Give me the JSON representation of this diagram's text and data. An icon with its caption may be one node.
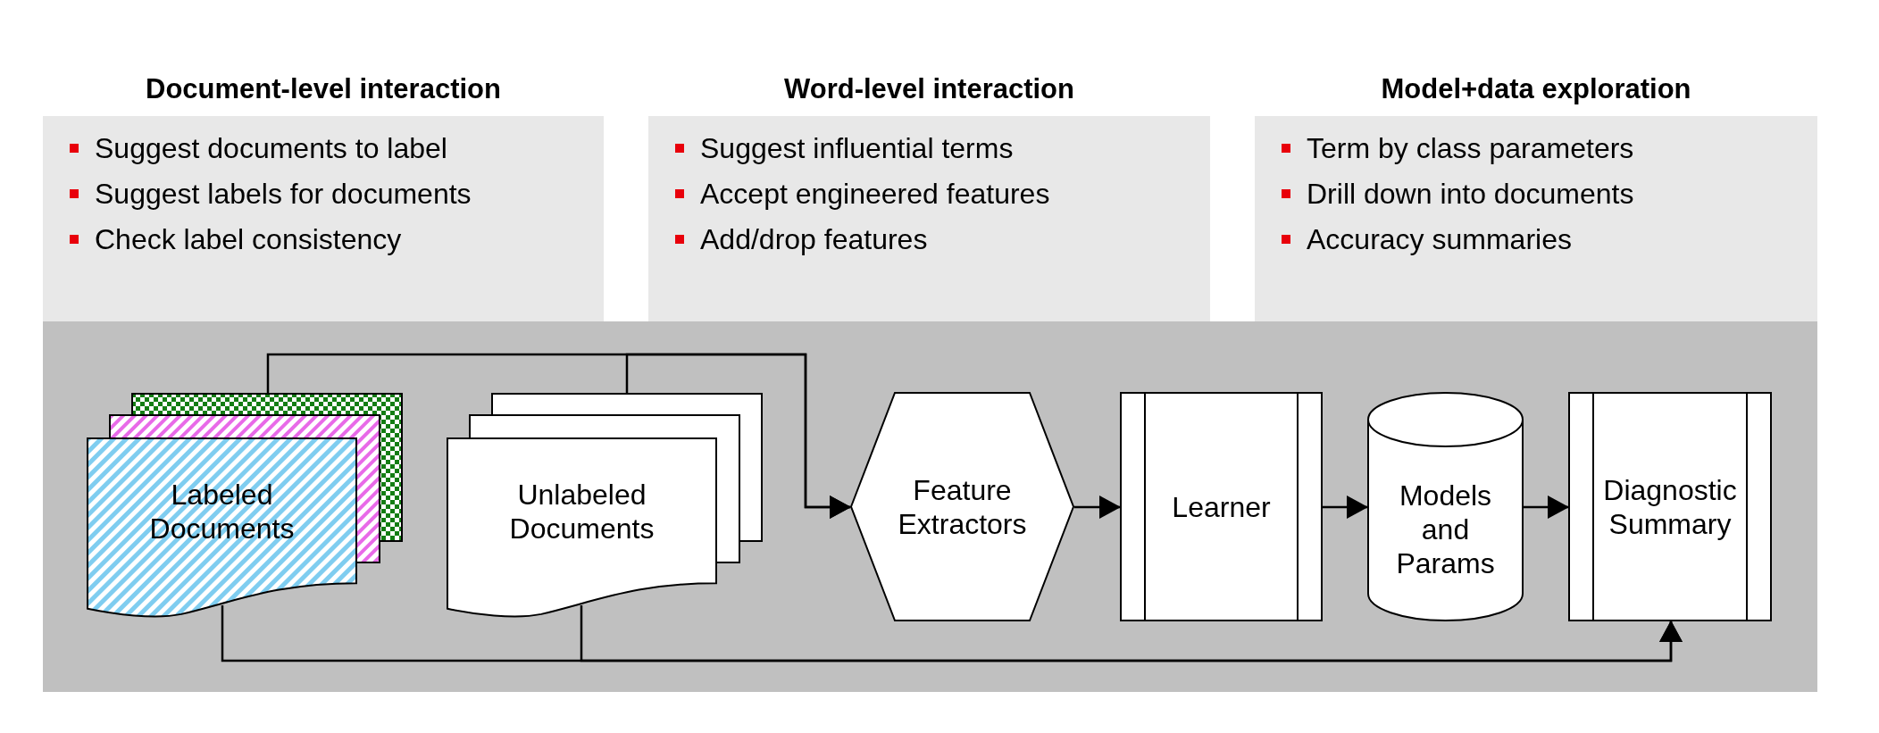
{
  "diagram": {
    "nodes": [
      {
        "text": [
          "Document-level interaction",
          "Suggest documents to label",
          "Suggest labels for documents",
          "Check label consistency"
        ]
      },
      {
        "text": [
          "Word-level interaction",
          "Suggest influential terms",
          "Accept engineered features",
          "Add/drop features"
        ]
      },
      {
        "text": [
          "Model+data exploration",
          "Term by class parameters",
          "Drill down into documents",
          "Accuracy summaries"
        ]
      },
      {
        "text": [],
        "shape": "box"
      },
      {
        "text": [
          "Labeled Documents"
        ],
        "in": 3
      },
      {
        "text": [
          "Unlabeled Documents"
        ],
        "in": 3
      },
      {
        "text": [
          "Feature Extractors"
        ],
        "in": 3
      },
      {
        "text": [
          "Learner"
        ],
        "in": 3
      },
      {
        "text": [
          "Models and Params"
        ],
        "in": 3
      },
      {
        "text": [
          "Diagnostic Summary"
        ],
        "in": 3
      }
    ],
    "edges": [
      {
        "from": 4,
        "to": 6,
        "arrow": "to"
      },
      {
        "from": 5,
        "to": 6,
        "arrow": "to"
      },
      {
        "from": 6,
        "to": 7,
        "arrow": "to"
      },
      {
        "from": 7,
        "to": 8,
        "arrow": "to"
      },
      {
        "from": 8,
        "to": 9,
        "arrow": "to"
      },
      {
        "from": 4,
        "to": 9,
        "arrow": "to"
      },
      {
        "from": 5,
        "to": 9,
        "arrow": "to"
      }
    ]
  }
}
